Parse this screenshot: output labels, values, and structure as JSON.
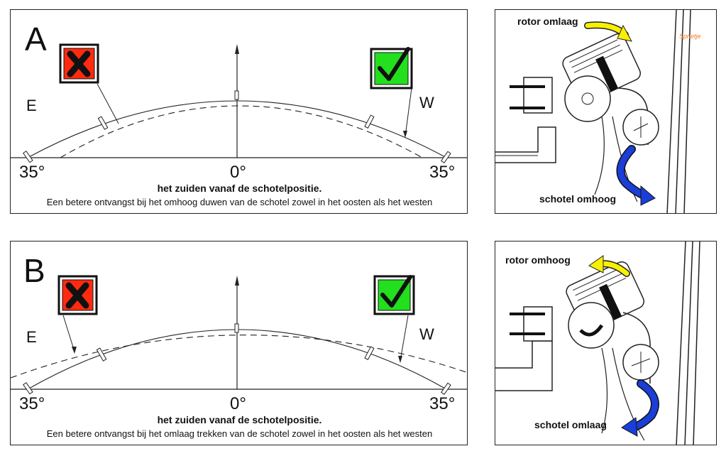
{
  "colors": {
    "cross_bg": "#ff2a10",
    "check_bg": "#22e01e",
    "arrow_yellow": "#f8f000",
    "arrow_blue": "#1a3ed8",
    "watermark": "#f07a20"
  },
  "panel_a": {
    "letter": "A",
    "east_label": "E",
    "west_label": "W",
    "angle_left": "35°",
    "angle_center": "0°",
    "angle_right": "35°",
    "caption_bold": "het zuiden vanaf de schotelpositie.",
    "caption": "Een betere ontvangst bij het omhoog duwen van de schotel zowel in het oosten als het westen",
    "bad_mark": "cross-icon",
    "good_mark": "checkmark-icon"
  },
  "photo_a": {
    "top_label": "rotor omlaag",
    "bottom_label": "schotel omhoog",
    "watermark": "Sprietje"
  },
  "panel_b": {
    "letter": "B",
    "east_label": "E",
    "west_label": "W",
    "angle_left": "35°",
    "angle_center": "0°",
    "angle_right": "35°",
    "caption_bold": "het zuiden vanaf de schotelpositie.",
    "caption": "Een betere ontvangst bij het omlaag trekken van de schotel zowel in het oosten als het westen",
    "bad_mark": "cross-icon",
    "good_mark": "checkmark-icon"
  },
  "photo_b": {
    "top_label": "rotor omhoog",
    "bottom_label": "schotel omlaag"
  }
}
